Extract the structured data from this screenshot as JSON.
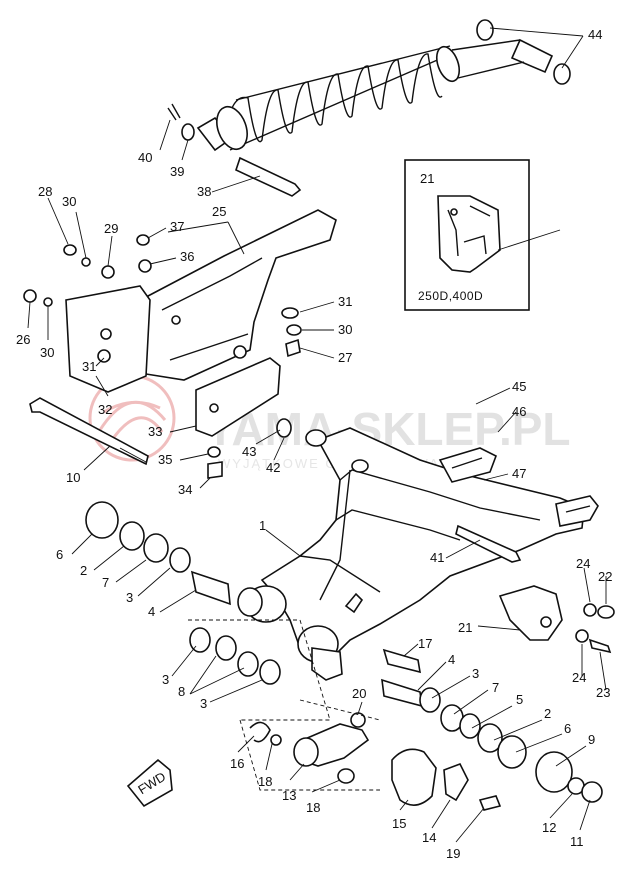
{
  "watermark": {
    "brand": "YAMA-SKLEP.PL",
    "tagline": "WYJĄTKOWE CZĘŚCI DO YAMAHA",
    "logo_color": "#e07070"
  },
  "inset": {
    "part_number": "21",
    "models_label": "250D,400D"
  },
  "fwd_label": "FWD",
  "callouts": [
    {
      "id": "44",
      "text": "44"
    },
    {
      "id": "40",
      "text": "40"
    },
    {
      "id": "39",
      "text": "39"
    },
    {
      "id": "38",
      "text": "38"
    },
    {
      "id": "28",
      "text": "28"
    },
    {
      "id": "30a",
      "text": "30"
    },
    {
      "id": "29",
      "text": "29"
    },
    {
      "id": "37",
      "text": "37"
    },
    {
      "id": "25",
      "text": "25"
    },
    {
      "id": "36",
      "text": "36"
    },
    {
      "id": "26",
      "text": "26"
    },
    {
      "id": "30b",
      "text": "30"
    },
    {
      "id": "31a",
      "text": "31"
    },
    {
      "id": "32",
      "text": "32"
    },
    {
      "id": "31b",
      "text": "31"
    },
    {
      "id": "30c",
      "text": "30"
    },
    {
      "id": "27",
      "text": "27"
    },
    {
      "id": "33",
      "text": "33"
    },
    {
      "id": "43",
      "text": "43"
    },
    {
      "id": "42",
      "text": "42"
    },
    {
      "id": "35",
      "text": "35"
    },
    {
      "id": "34",
      "text": "34"
    },
    {
      "id": "10",
      "text": "10"
    },
    {
      "id": "45",
      "text": "45"
    },
    {
      "id": "46",
      "text": "46"
    },
    {
      "id": "47",
      "text": "47"
    },
    {
      "id": "1",
      "text": "1"
    },
    {
      "id": "6a",
      "text": "6"
    },
    {
      "id": "2a",
      "text": "2"
    },
    {
      "id": "7a",
      "text": "7"
    },
    {
      "id": "3a",
      "text": "3"
    },
    {
      "id": "4a",
      "text": "4"
    },
    {
      "id": "41",
      "text": "41"
    },
    {
      "id": "24a",
      "text": "24"
    },
    {
      "id": "22",
      "text": "22"
    },
    {
      "id": "21",
      "text": "21"
    },
    {
      "id": "24b",
      "text": "24"
    },
    {
      "id": "23",
      "text": "23"
    },
    {
      "id": "3b",
      "text": "3"
    },
    {
      "id": "8",
      "text": "8"
    },
    {
      "id": "3c",
      "text": "3"
    },
    {
      "id": "17",
      "text": "17"
    },
    {
      "id": "4b",
      "text": "4"
    },
    {
      "id": "3d",
      "text": "3"
    },
    {
      "id": "7b",
      "text": "7"
    },
    {
      "id": "20",
      "text": "20"
    },
    {
      "id": "5",
      "text": "5"
    },
    {
      "id": "2b",
      "text": "2"
    },
    {
      "id": "6b",
      "text": "6"
    },
    {
      "id": "9",
      "text": "9"
    },
    {
      "id": "16",
      "text": "16"
    },
    {
      "id": "18a",
      "text": "18"
    },
    {
      "id": "13",
      "text": "13"
    },
    {
      "id": "18b",
      "text": "18"
    },
    {
      "id": "15",
      "text": "15"
    },
    {
      "id": "14",
      "text": "14"
    },
    {
      "id": "19",
      "text": "19"
    },
    {
      "id": "12",
      "text": "12"
    },
    {
      "id": "11",
      "text": "11"
    }
  ]
}
